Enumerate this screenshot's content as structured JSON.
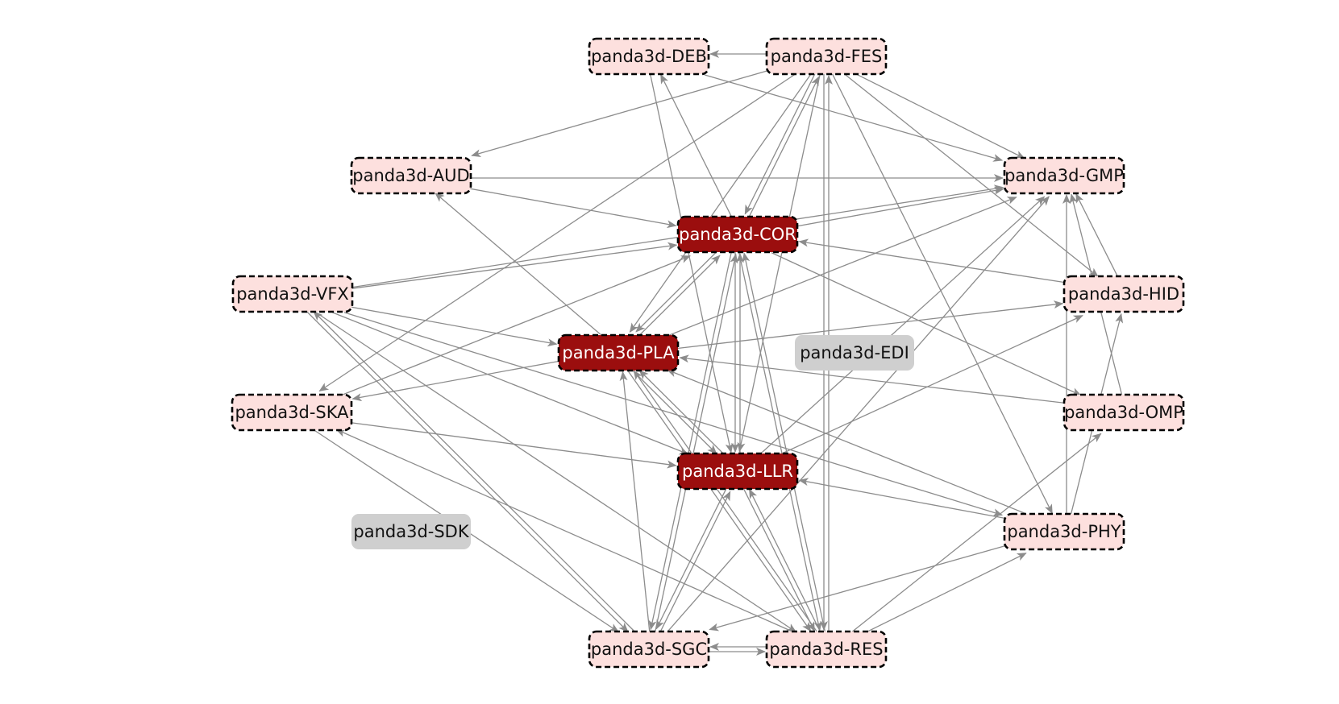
{
  "colors": {
    "background": "#ffffff",
    "edge": "#8c8c8c",
    "node_primary_fill": "#9b0e0e",
    "node_primary_text": "#ffffff",
    "node_secondary_fill": "#fde0de",
    "node_secondary_text": "#111111",
    "node_isolated_fill": "#cfcfcf",
    "node_isolated_text": "#111111",
    "node_border": "#000000"
  },
  "nodes": [
    {
      "id": "DEB",
      "label": "panda3d-DEB",
      "kind": "secondary"
    },
    {
      "id": "FES",
      "label": "panda3d-FES",
      "kind": "secondary"
    },
    {
      "id": "AUD",
      "label": "panda3d-AUD",
      "kind": "secondary"
    },
    {
      "id": "GMP",
      "label": "panda3d-GMP",
      "kind": "secondary"
    },
    {
      "id": "COR",
      "label": "panda3d-COR",
      "kind": "primary"
    },
    {
      "id": "VFX",
      "label": "panda3d-VFX",
      "kind": "secondary"
    },
    {
      "id": "HID",
      "label": "panda3d-HID",
      "kind": "secondary"
    },
    {
      "id": "PLA",
      "label": "panda3d-PLA",
      "kind": "primary"
    },
    {
      "id": "EDI",
      "label": "panda3d-EDI",
      "kind": "isolated"
    },
    {
      "id": "SKA",
      "label": "panda3d-SKA",
      "kind": "secondary"
    },
    {
      "id": "OMP",
      "label": "panda3d-OMP",
      "kind": "secondary"
    },
    {
      "id": "LLR",
      "label": "panda3d-LLR",
      "kind": "primary"
    },
    {
      "id": "SDK",
      "label": "panda3d-SDK",
      "kind": "isolated"
    },
    {
      "id": "PHY",
      "label": "panda3d-PHY",
      "kind": "secondary"
    },
    {
      "id": "SGC",
      "label": "panda3d-SGC",
      "kind": "secondary"
    },
    {
      "id": "RES",
      "label": "panda3d-RES",
      "kind": "secondary"
    }
  ],
  "edges": [
    [
      "FES",
      "DEB"
    ],
    [
      "FES",
      "AUD"
    ],
    [
      "FES",
      "GMP"
    ],
    [
      "FES",
      "HID"
    ],
    [
      "FES",
      "COR"
    ],
    [
      "FES",
      "PLA"
    ],
    [
      "FES",
      "SKA"
    ],
    [
      "FES",
      "PHY"
    ],
    [
      "FES",
      "RES"
    ],
    [
      "FES",
      "LLR"
    ],
    [
      "DEB",
      "GMP"
    ],
    [
      "DEB",
      "LLR"
    ],
    [
      "COR",
      "DEB"
    ],
    [
      "COR",
      "FES"
    ],
    [
      "COR",
      "GMP"
    ],
    [
      "COR",
      "OMP"
    ],
    [
      "COR",
      "LLR"
    ],
    [
      "COR",
      "SGC"
    ],
    [
      "COR",
      "RES"
    ],
    [
      "COR",
      "PLA"
    ],
    [
      "AUD",
      "GMP"
    ],
    [
      "AUD",
      "COR"
    ],
    [
      "VFX",
      "COR"
    ],
    [
      "VFX",
      "GMP"
    ],
    [
      "VFX",
      "PLA"
    ],
    [
      "VFX",
      "LLR"
    ],
    [
      "VFX",
      "SGC"
    ],
    [
      "VFX",
      "RES"
    ],
    [
      "VFX",
      "PHY"
    ],
    [
      "PLA",
      "AUD"
    ],
    [
      "PLA",
      "COR"
    ],
    [
      "PLA",
      "GMP"
    ],
    [
      "PLA",
      "HID"
    ],
    [
      "PLA",
      "SKA"
    ],
    [
      "PLA",
      "LLR"
    ],
    [
      "PLA",
      "RES"
    ],
    [
      "LLR",
      "PLA"
    ],
    [
      "LLR",
      "COR"
    ],
    [
      "LLR",
      "GMP"
    ],
    [
      "LLR",
      "HID"
    ],
    [
      "LLR",
      "SGC"
    ],
    [
      "LLR",
      "RES"
    ],
    [
      "SKA",
      "COR"
    ],
    [
      "SKA",
      "LLR"
    ],
    [
      "SKA",
      "SGC"
    ],
    [
      "SGC",
      "PLA"
    ],
    [
      "SGC",
      "COR"
    ],
    [
      "SGC",
      "LLR"
    ],
    [
      "SGC",
      "VFX"
    ],
    [
      "SGC",
      "GMP"
    ],
    [
      "SGC",
      "RES"
    ],
    [
      "RES",
      "FES"
    ],
    [
      "RES",
      "COR"
    ],
    [
      "RES",
      "LLR"
    ],
    [
      "RES",
      "PLA"
    ],
    [
      "RES",
      "SKA"
    ],
    [
      "RES",
      "SGC"
    ],
    [
      "RES",
      "PHY"
    ],
    [
      "RES",
      "OMP"
    ],
    [
      "PHY",
      "GMP"
    ],
    [
      "PHY",
      "HID"
    ],
    [
      "PHY",
      "LLR"
    ],
    [
      "PHY",
      "PLA"
    ],
    [
      "PHY",
      "SGC"
    ],
    [
      "HID",
      "GMP"
    ],
    [
      "HID",
      "COR"
    ],
    [
      "OMP",
      "PLA"
    ],
    [
      "OMP",
      "GMP"
    ]
  ]
}
